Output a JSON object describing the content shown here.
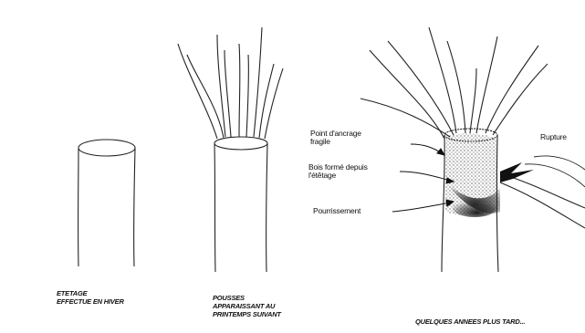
{
  "panels": [
    {
      "caption_lines": [
        "ETETAGE",
        "EFFECTUE EN HIVER"
      ]
    },
    {
      "caption_lines": [
        "POUSSES",
        "APPARAISSANT AU",
        "PRINTEMPS SUIVANT"
      ]
    },
    {
      "caption_lines": [
        "QUELQUES ANNEES PLUS TARD..."
      ],
      "labels": {
        "anchor_line1": "Point d'ancrage",
        "anchor_line2": "fragile",
        "wood_line1": "Bois formé depuis",
        "wood_line2": "l'étêtage",
        "rot": "Pourrissement",
        "rupture": "Rupture"
      }
    }
  ]
}
